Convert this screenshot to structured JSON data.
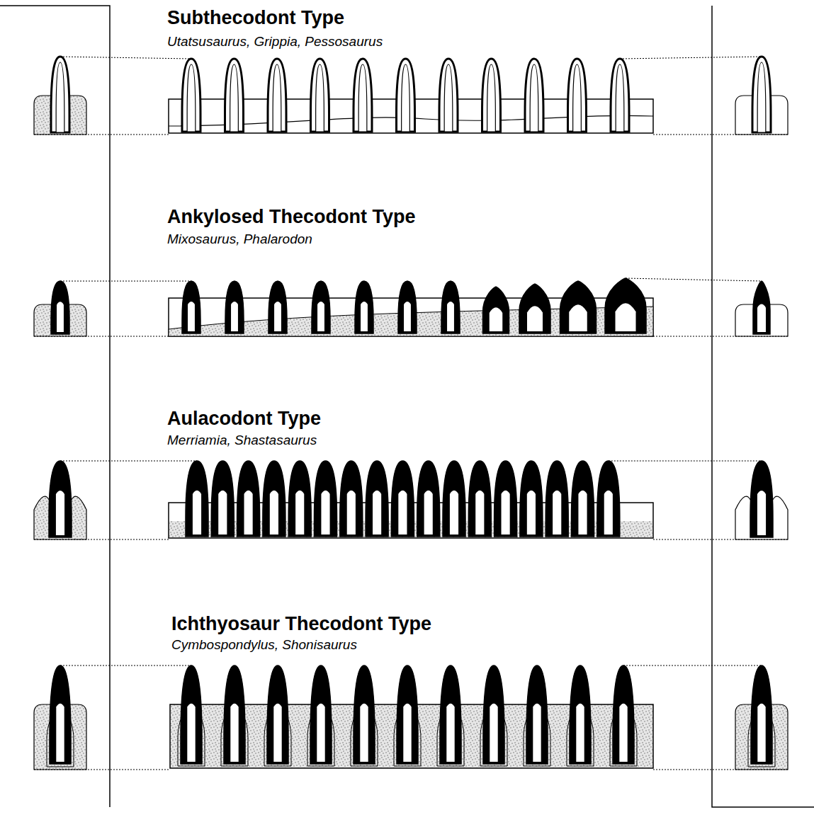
{
  "diagram": {
    "labels": [
      "Subthecodont Type",
      "Utatsusaurus, Grippia, Pessosaurus",
      "Ankylosed Thecodont Type",
      "Mixosaurus, Phalarodon",
      "Aulacodont Type",
      "Merriamia, Shastasaurus",
      "Ichthyosaur Thecodont Type",
      "Cymbospondylus, Shonisaurus"
    ]
  }
}
